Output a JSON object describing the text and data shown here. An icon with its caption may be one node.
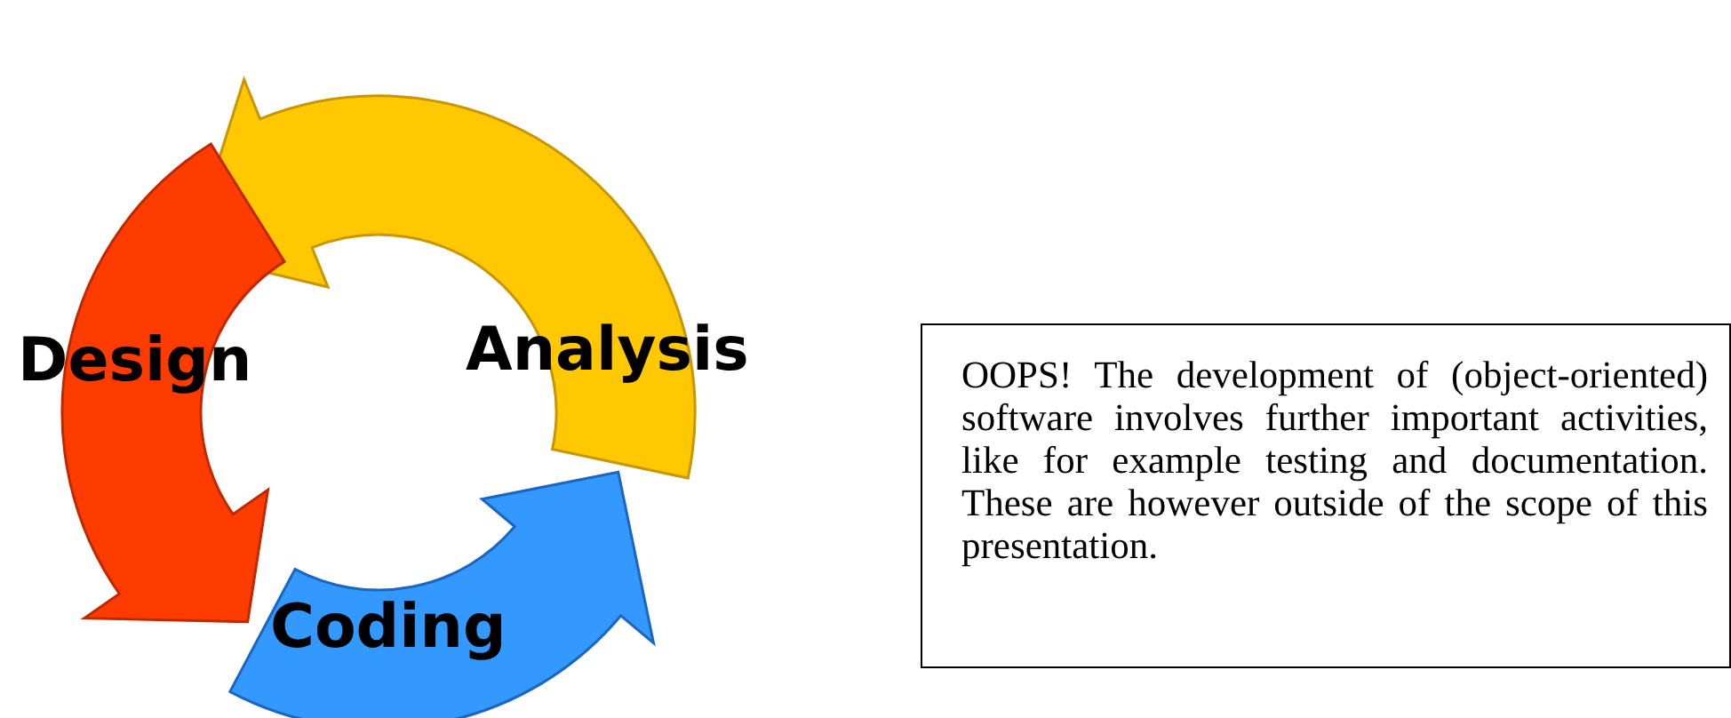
{
  "diagram": {
    "nodes": [
      {
        "text": [
          "Analysis"
        ]
      },
      {
        "text": [
          "Design"
        ]
      },
      {
        "text": [
          "Coding"
        ]
      },
      {
        "text": [
          "OOPS! The development of (object-oriented) software involves further important activities, like for example testing and documentation. These are however outside of the scope of this presentation."
        ]
      }
    ]
  }
}
